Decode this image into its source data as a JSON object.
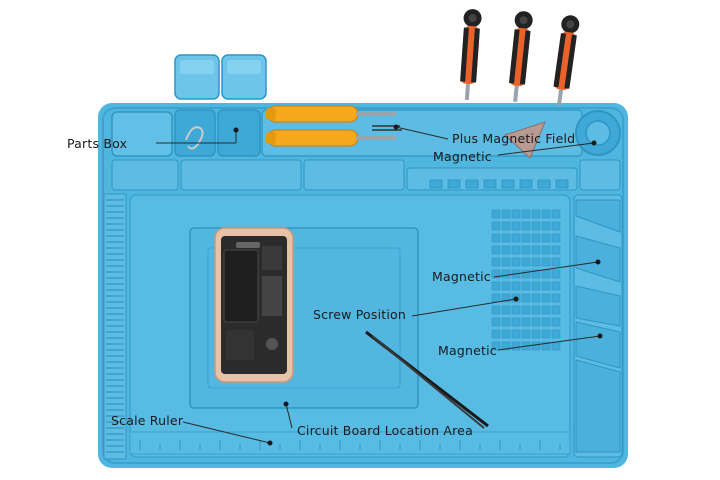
{
  "labels": {
    "parts_box": "Parts Box",
    "plus_magnetic_field": "Plus Magnetic Field",
    "magnetic_top": "Magnetic",
    "magnetic_middle": "Magnetic",
    "screw_position": "Screw Position",
    "magnetic_bottom": "Magnetic",
    "scale_ruler": "Scale Ruler",
    "circuit_board_location_area": "Circuit Board Location Area"
  },
  "colors": {
    "mat": "#4fb6e0",
    "mat_light": "#78cbeb",
    "mat_dark": "#2f95c2",
    "screwdriver_yellow": "#f5a81c",
    "handle_orange": "#e8622a",
    "handle_black": "#222222",
    "phone_frame": "#e9c2a6",
    "leader_line": "#2a2a2a"
  },
  "icons": [
    "screwdriver-icon",
    "tweezers-icon",
    "phone-icon",
    "pry-tool-icon",
    "paper-clip-icon"
  ]
}
